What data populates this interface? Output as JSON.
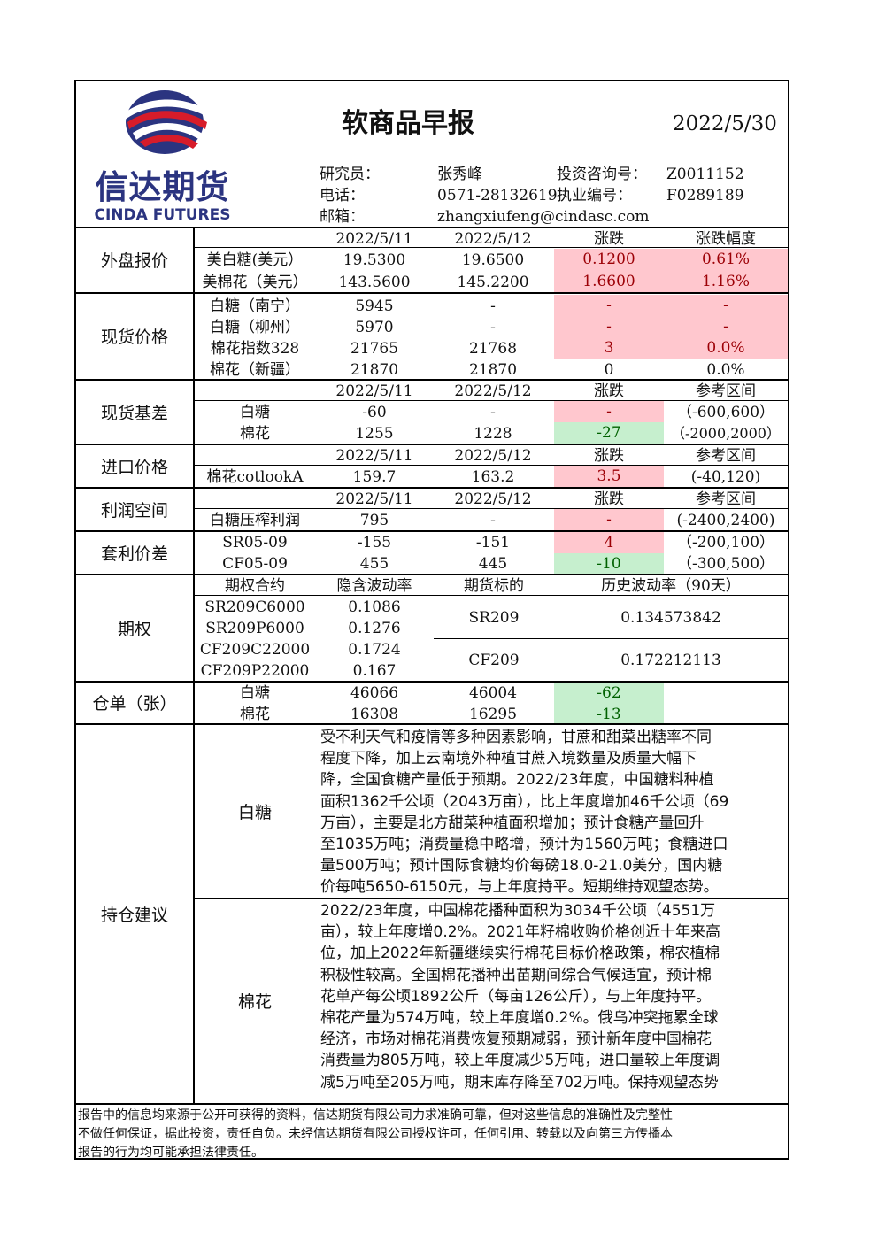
{
  "header": {
    "title": "软商品早报",
    "date": "2022/5/30",
    "logo_cn": "信达期货",
    "logo_en": "CINDA FUTURES",
    "researcher_label": "研究员：",
    "researcher": "张秀峰",
    "consult_label": "投资咨询号：",
    "consult_no": "Z0011152",
    "phone_label": "电话：",
    "phone": "0571-28132619",
    "practice_label": "执业编号：",
    "practice_no": "F0289189",
    "email_label": "邮箱：",
    "email": "zhangxiufeng@cindasc.com"
  },
  "outer": {
    "section": "外盘报价",
    "headers": [
      "2022/5/11",
      "2022/5/12",
      "涨跌",
      "涨跌幅度"
    ],
    "rows": [
      {
        "name": "美白糖(美元）",
        "v1": "19.5300",
        "v2": "19.6500",
        "chg": "0.1200",
        "pct": "0.61%"
      },
      {
        "name": "美棉花（美元）",
        "v1": "143.5600",
        "v2": "145.2200",
        "chg": "1.6600",
        "pct": "1.16%"
      }
    ]
  },
  "spot": {
    "section": "现货价格",
    "rows": [
      {
        "name": "白糖（南宁）",
        "v1": "5945",
        "v2": "-",
        "chg": "-",
        "pct": "-"
      },
      {
        "name": "白糖（柳州）",
        "v1": "5970",
        "v2": "-",
        "chg": "-",
        "pct": "-"
      },
      {
        "name": "棉花指数328",
        "v1": "21765",
        "v2": "21768",
        "chg": "3",
        "pct": "0.0%"
      },
      {
        "name": "棉花（新疆）",
        "v1": "21870",
        "v2": "21870",
        "chg": "0",
        "pct": "0.0%"
      }
    ]
  },
  "basis": {
    "section": "现货基差",
    "headers": [
      "2022/5/11",
      "2022/5/12",
      "涨跌",
      "参考区间"
    ],
    "rows": [
      {
        "name": "白糖",
        "v1": "-60",
        "v2": "-",
        "chg": "-",
        "range": "（-600,600）"
      },
      {
        "name": "棉花",
        "v1": "1255",
        "v2": "1228",
        "chg": "-27",
        "range": "（-2000,2000）"
      }
    ]
  },
  "import": {
    "section": "进口价格",
    "headers": [
      "2022/5/11",
      "2022/5/12",
      "涨跌",
      "参考区间"
    ],
    "row": {
      "name": "棉花cotlookA",
      "v1": "159.7",
      "v2": "163.2",
      "chg": "3.5",
      "range": "(-40,120)"
    }
  },
  "profit": {
    "section": "利润空间",
    "headers": [
      "2022/5/11",
      "2022/5/12",
      "涨跌",
      "参考区间"
    ],
    "row": {
      "name": "白糖压榨利润",
      "v1": "795",
      "v2": "-",
      "chg": "-",
      "range": "(-2400,2400)"
    }
  },
  "spread": {
    "section": "套利价差",
    "rows": [
      {
        "name": "SR05-09",
        "v1": "-155",
        "v2": "-151",
        "chg": "4",
        "range": "（-200,100）"
      },
      {
        "name": "CF05-09",
        "v1": "455",
        "v2": "445",
        "chg": "-10",
        "range": "（-300,500）"
      }
    ]
  },
  "options": {
    "section": "期权",
    "headers": [
      "期权合约",
      "隐含波动率",
      "期货标的",
      "历史波动率（90天）"
    ],
    "rows": [
      {
        "contract": "SR209C6000",
        "iv": "0.1086"
      },
      {
        "contract": "SR209P6000",
        "iv": "0.1276"
      },
      {
        "contract": "CF209C22000",
        "iv": "0.1724"
      },
      {
        "contract": "CF209P22000",
        "iv": "0.167"
      }
    ],
    "underlyings": [
      {
        "name": "SR209",
        "hv": "0.134573842"
      },
      {
        "name": "CF209",
        "hv": "0.172212113"
      }
    ]
  },
  "warehouse": {
    "section": "仓单（张）",
    "rows": [
      {
        "name": "白糖",
        "v1": "46066",
        "v2": "46004",
        "chg": "-62"
      },
      {
        "name": "棉花",
        "v1": "16308",
        "v2": "16295",
        "chg": "-13"
      }
    ]
  },
  "advice": {
    "section": "持仓建议",
    "sugar_label": "白糖",
    "sugar_lines": [
      "受不利天气和疫情等多种因素影响，甘蔗和甜菜出糖率不同",
      "程度下降，加上云南境外种植甘蔗入境数量及质量大幅下",
      "降，全国食糖产量低于预期。2022/23年度，中国糖料种植",
      "面积1362千公顷（2043万亩），比上年度增加46千公顷（69",
      "万亩），主要是北方甜菜种植面积增加；预计食糖产量回升",
      "至1035万吨；消费量稳中略增，预计为1560万吨；食糖进口",
      "量500万吨；预计国际食糖均价每磅18.0-21.0美分，国内糖",
      "价每吨5650-6150元，与上年度持平。短期维持观望态势。"
    ],
    "cotton_label": "棉花",
    "cotton_lines": [
      "2022/23年度，中国棉花播种面积为3034千公顷（4551万",
      "亩），较上年度增0.2%。2021年籽棉收购价格创近十年来高",
      "位，加上2022年新疆继续实行棉花目标价格政策，棉农植棉",
      "积极性较高。全国棉花播种出苗期间综合气候适宜，预计棉",
      "花单产每公顷1892公斤（每亩126公斤），与上年度持平。",
      "棉花产量为574万吨，较上年度增0.2%。俄乌冲突拖累全球",
      "经济，市场对棉花消费恢复预期减弱，预计新年度中国棉花",
      "消费量为805万吨，较上年度减少5万吨，进口量较上年度调",
      "减5万吨至205万吨，期末库存降至702万吨。保持观望态势"
    ]
  },
  "disclaimer_lines": [
    "报告中的信息均来源于公开可获得的资料，信达期货有限公司力求准确可靠，但对这些信息的准确性及完整性",
    "不做任何保证，据此投资，责任自负。未经信达期货有限公司授权许可，任何引用、转载以及向第三方传播本",
    "报告的行为均可能承担法律责任。"
  ],
  "colors": {
    "red_fill": "#ffc7ce",
    "red_text": "#9c0006",
    "green_fill": "#c6efce",
    "green_text": "#006100"
  }
}
